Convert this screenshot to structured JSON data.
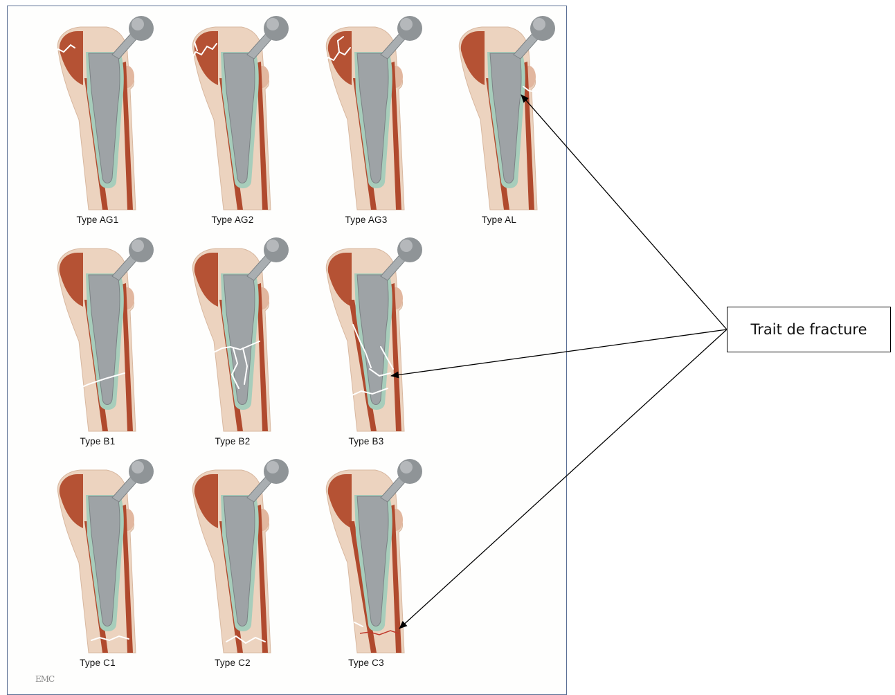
{
  "panels": [
    {
      "label": "Type AG1",
      "fracture": "AG1"
    },
    {
      "label": "Type AG2",
      "fracture": "AG2"
    },
    {
      "label": "Type AG3",
      "fracture": "AG3"
    },
    {
      "label": "Type AL",
      "fracture": "AL"
    },
    {
      "label": "Type B1",
      "fracture": "B1"
    },
    {
      "label": "Type B2",
      "fracture": "B2"
    },
    {
      "label": "Type B3",
      "fracture": "B3"
    },
    {
      "label": "Type C1",
      "fracture": "C1"
    },
    {
      "label": "Type C2",
      "fracture": "C2"
    },
    {
      "label": "Type C3",
      "fracture": "C3"
    }
  ],
  "logo_text": "EMC",
  "callout": {
    "label": "Trait de fracture"
  },
  "colors": {
    "bone": "#ecd3bf",
    "cortex": "#b04a2e",
    "marrow": "#b24b2c",
    "stem": "#9ea3a6",
    "cement": "#a7cdbb",
    "head": "#8f9497",
    "fracture": "#ffffff",
    "border": "#5a6f94"
  }
}
